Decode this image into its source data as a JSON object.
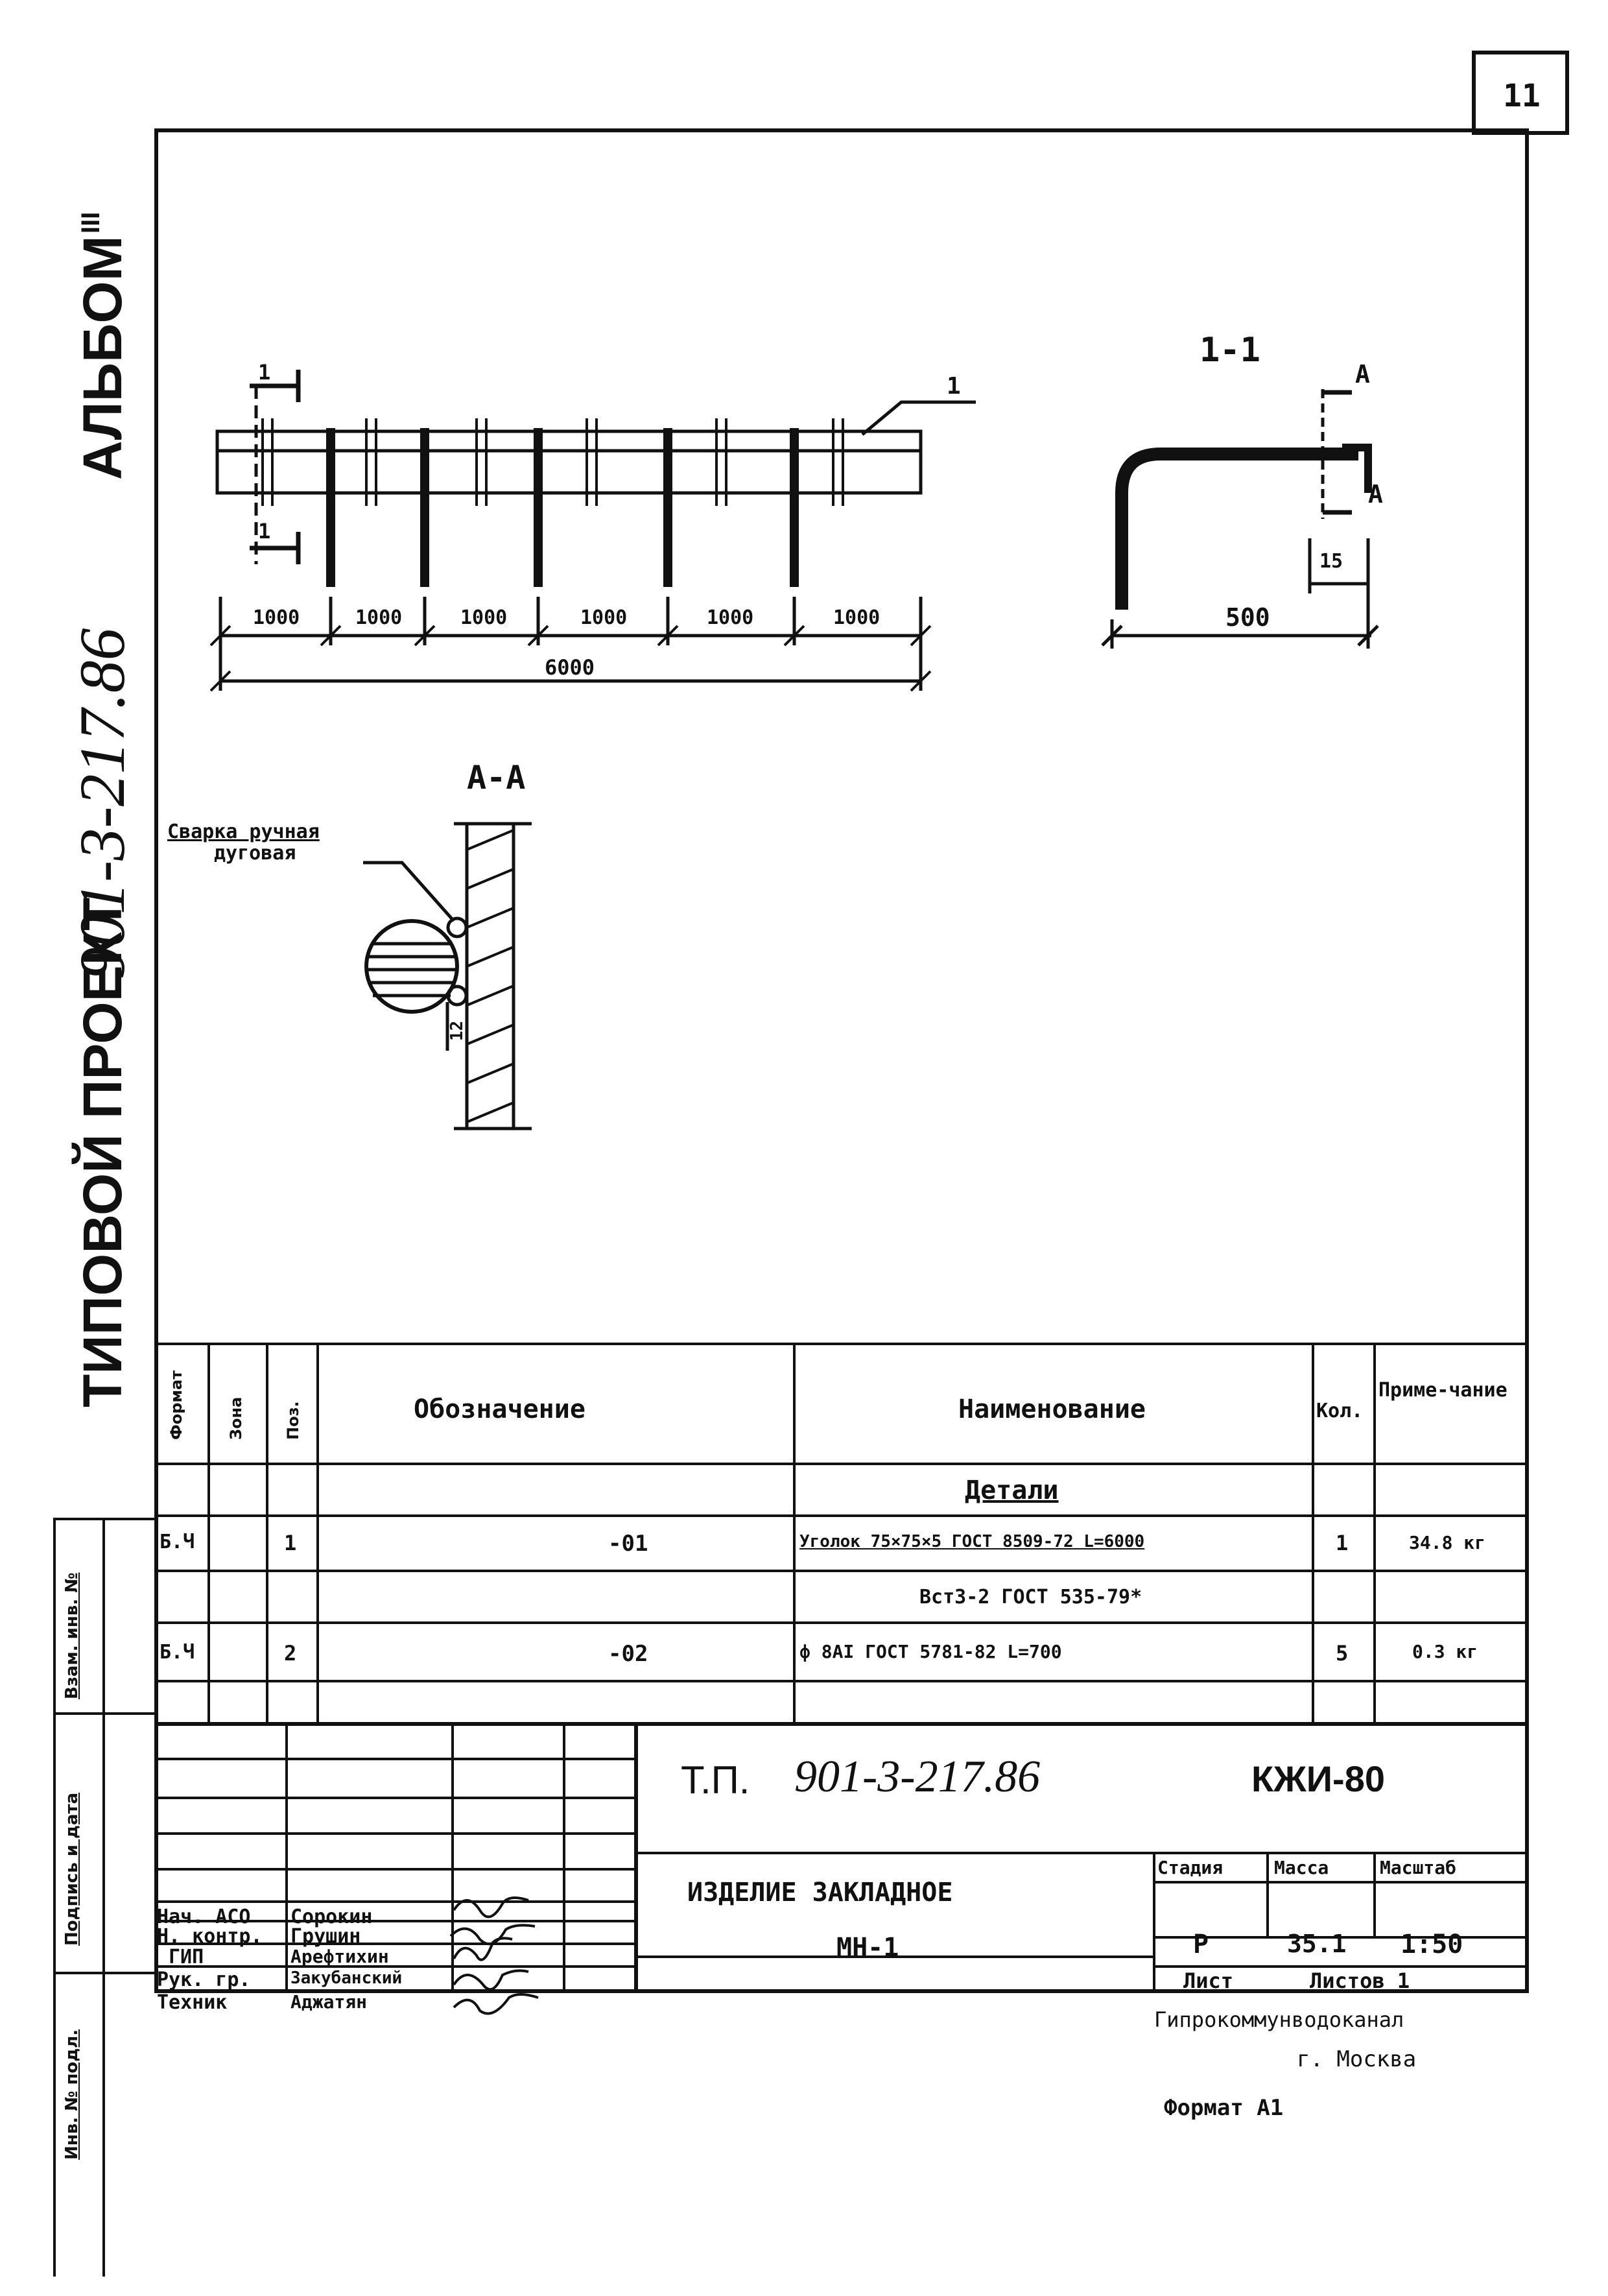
{
  "sheet": {
    "number": "11",
    "format_note": "Формат А1"
  },
  "margin_title": {
    "project": "ТИПОВОЙ ПРОЕКТ",
    "code": "901-3-217.86",
    "album": "АЛЬБОМ",
    "album_no": "III"
  },
  "drawing": {
    "plan_dims": [
      "1000",
      "1000",
      "1000",
      "1000",
      "1000",
      "1000"
    ],
    "plan_total": "6000",
    "plan_pos": "1",
    "section_mark": "1",
    "section_1_1": "1-1",
    "section_a_mark": "А",
    "section_a_a": "А-А",
    "dim_500": "500",
    "dim_15": "15",
    "weld_note_1": "Сварка ручная",
    "weld_note_2": "дуговая",
    "weld_size": "12"
  },
  "spec_table": {
    "headers": {
      "format": "Формат",
      "zone": "Зона",
      "pos": "Поз.",
      "designation": "Обозначение",
      "name": "Наименование",
      "qty": "Кол.",
      "note": "Приме-чание"
    },
    "section_title": "Детали",
    "rows": [
      {
        "format": "Б.Ч",
        "pos": "1",
        "designation": "-01",
        "name": "Уголок 75×75×5 ГОСТ 8509-72  L=6000",
        "qty": "1",
        "note": "34.8 кг"
      },
      {
        "format": "",
        "pos": "",
        "designation": "",
        "name": "Вст3-2 ГОСТ 535-79*",
        "qty": "",
        "note": ""
      },
      {
        "format": "Б.Ч",
        "pos": "2",
        "designation": "-02",
        "name": "ф 8АI ГОСТ 5781-82   L=700",
        "qty": "5",
        "note": "0.3 кг"
      }
    ]
  },
  "side_stamp": [
    "Инв. № подл.",
    "Подпись и дата",
    "Взам. инв. №"
  ],
  "title_block": {
    "tp_label": "Т.П.",
    "tp_code": "901-3-217.86",
    "doc_code": "КЖИ-80",
    "item_name_1": "ИЗДЕЛИЕ ЗАКЛАДНОЕ",
    "item_name_2": "МН-1",
    "stage_label": "Стадия",
    "mass_label": "Масса",
    "scale_label": "Масштаб",
    "stage": "Р",
    "mass": "35.1",
    "scale": "1:50",
    "sheet_label": "Лист",
    "sheets_label": "Листов 1",
    "org_1": "Гипрокоммунводоканал",
    "org_2": "г. Москва",
    "people": [
      {
        "role": "Нач. АСО",
        "name": "Сорокин"
      },
      {
        "role": "Н. контр.",
        "name": "Грушин"
      },
      {
        "role": "ГИП",
        "name": "Арефтихин"
      },
      {
        "role": "Рук. гр.",
        "name": "Закубанский"
      },
      {
        "role": "Техник",
        "name": "Аджатян"
      }
    ]
  }
}
